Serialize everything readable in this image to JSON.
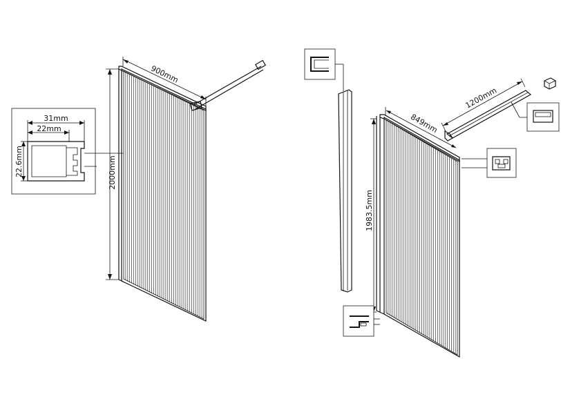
{
  "left_assembly": {
    "width_label": "900mm",
    "height_label": "2000mm"
  },
  "profile_detail": {
    "outer_width_label": "31mm",
    "inner_width_label": "22mm",
    "depth_label": "22.6mm"
  },
  "right_assembly": {
    "width_label": "849mm",
    "height_label": "1983.5mm",
    "support_bar_label": "1200mm"
  },
  "icons": [
    "c-channel-profile-icon",
    "wall-channel-profile-icon",
    "clamp-profile-icon",
    "bar-profile-icon",
    "connector-cube-icon"
  ]
}
